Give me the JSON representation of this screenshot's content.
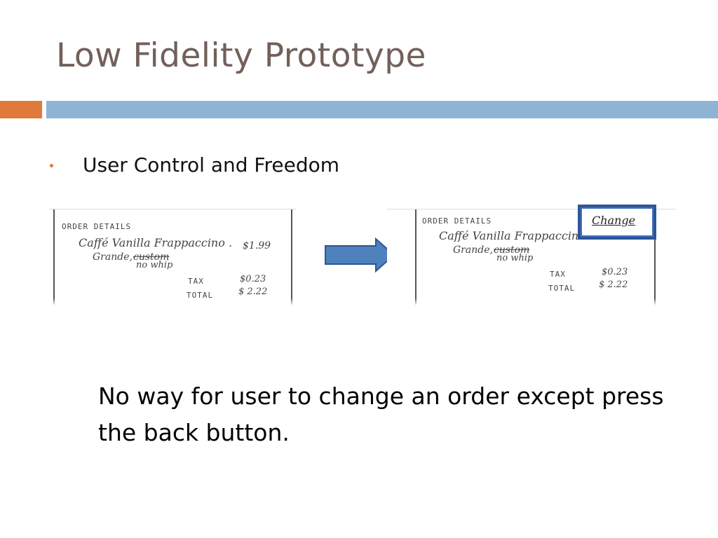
{
  "slide": {
    "title": "Low Fidelity Prototype",
    "bullet": "User Control and Freedom",
    "note": "No way for user to change an order except press the back button."
  },
  "colors": {
    "title": "#72605a",
    "accent_bar": "#e07a3a",
    "main_bar": "#8fb3d4",
    "bullet_dot": "#e07a3a",
    "arrow_fill": "#4f81bd",
    "arrow_stroke": "#2f5597",
    "highlight_box": "#2f5597"
  },
  "sketch_before": {
    "heading": "ORDER DETAILS",
    "item": "Caffé Vanilla Frappaccino .",
    "price": "$1.99",
    "size": "Grande,",
    "custom": "custom",
    "modifier": "no whip",
    "tax_label": "TAX",
    "tax_value": "$0.23",
    "total_label": "TOTAL",
    "total_value": "$ 2.22"
  },
  "sketch_after": {
    "heading": "ORDER DETAILS",
    "item": "Caffé Vanilla Frappaccino",
    "size": "Grande,",
    "custom": "custom",
    "modifier": "no whip",
    "tax_label": "TAX",
    "tax_value": "$0.23",
    "total_label": "TOTAL",
    "total_value": "$ 2.22",
    "change_button": "Change"
  },
  "icons": {
    "arrow": "arrow-right-icon"
  }
}
